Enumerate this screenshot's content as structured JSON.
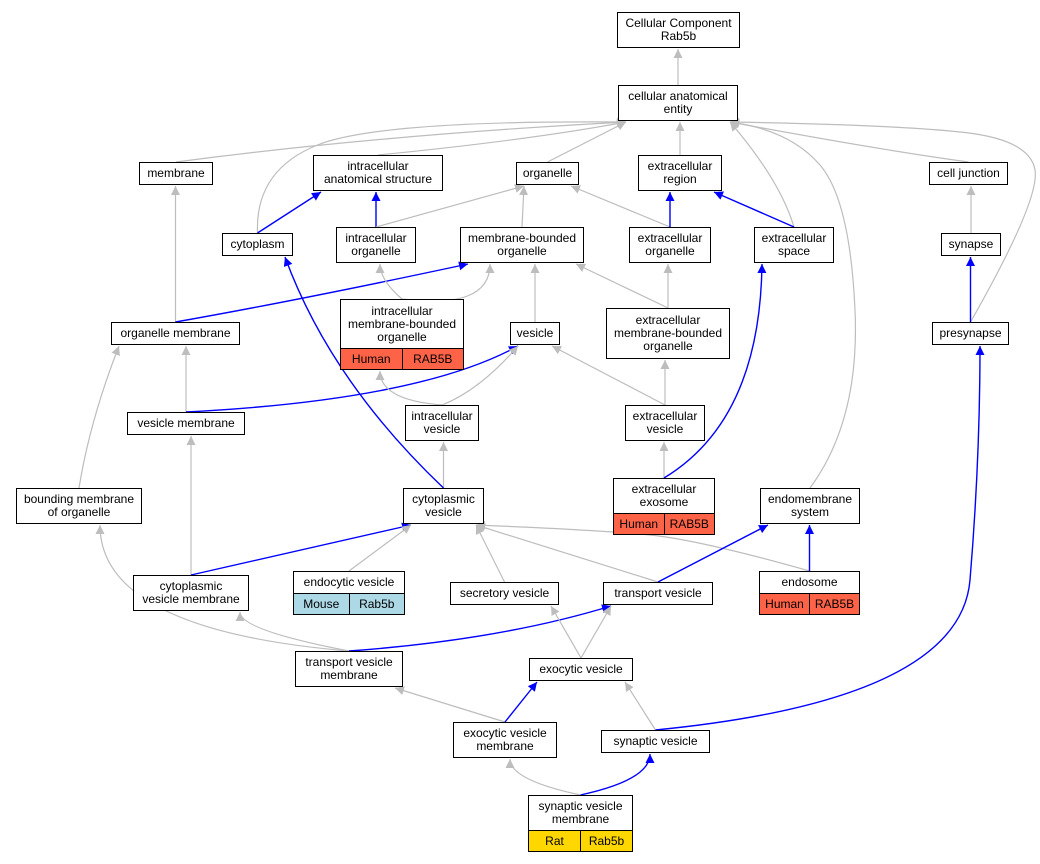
{
  "colors": {
    "is_a_edge": "#bdbdbd",
    "part_of_edge": "#0000ff",
    "human_annotation": "#ff6347",
    "mouse_annotation": "#add8e6",
    "rat_annotation": "#ffd700",
    "node_border": "#000000",
    "node_fill": "#ffffff"
  },
  "nodes": {
    "cc_root": {
      "label": "Cellular Component\nRab5b"
    },
    "cae": {
      "label": "cellular anatomical\nentity"
    },
    "membrane": {
      "label": "membrane"
    },
    "ias": {
      "label": "intracellular\nanatomical structure"
    },
    "organelle": {
      "label": "organelle"
    },
    "extracellular_region": {
      "label": "extracellular\nregion"
    },
    "cell_junction": {
      "label": "cell junction"
    },
    "cytoplasm": {
      "label": "cytoplasm"
    },
    "intracellular_organelle": {
      "label": "intracellular\norganelle"
    },
    "mbo": {
      "label": "membrane-bounded\norganelle"
    },
    "extracellular_organelle": {
      "label": "extracellular\norganelle"
    },
    "extracellular_space": {
      "label": "extracellular\nspace"
    },
    "synapse": {
      "label": "synapse"
    },
    "organelle_membrane": {
      "label": "organelle membrane"
    },
    "imbo": {
      "label": "intracellular\nmembrane-bounded\norganelle",
      "annotations": [
        {
          "species": "Human",
          "gene": "RAB5B"
        }
      ]
    },
    "vesicle": {
      "label": "vesicle"
    },
    "embo": {
      "label": "extracellular\nmembrane-bounded\norganelle"
    },
    "presynapse": {
      "label": "presynapse"
    },
    "vesicle_membrane": {
      "label": "vesicle membrane"
    },
    "intracellular_vesicle": {
      "label": "intracellular\nvesicle"
    },
    "extracellular_vesicle": {
      "label": "extracellular\nvesicle"
    },
    "bounding_membrane": {
      "label": "bounding membrane\nof organelle"
    },
    "cytoplasmic_vesicle": {
      "label": "cytoplasmic\nvesicle"
    },
    "extracellular_exosome": {
      "label": "extracellular\nexosome",
      "annotations": [
        {
          "species": "Human",
          "gene": "RAB5B"
        }
      ]
    },
    "endomembrane_system": {
      "label": "endomembrane\nsystem"
    },
    "cvm": {
      "label": "cytoplasmic\nvesicle membrane"
    },
    "endocytic_vesicle": {
      "label": "endocytic vesicle",
      "annotations": [
        {
          "species": "Mouse",
          "gene": "Rab5b"
        }
      ]
    },
    "secretory_vesicle": {
      "label": "secretory vesicle"
    },
    "transport_vesicle": {
      "label": "transport vesicle"
    },
    "endosome": {
      "label": "endosome",
      "annotations": [
        {
          "species": "Human",
          "gene": "RAB5B"
        }
      ]
    },
    "tvm": {
      "label": "transport vesicle\nmembrane"
    },
    "exocytic_vesicle": {
      "label": "exocytic vesicle"
    },
    "evm": {
      "label": "exocytic vesicle\nmembrane"
    },
    "synaptic_vesicle": {
      "label": "synaptic vesicle"
    },
    "svm": {
      "label": "synaptic vesicle\nmembrane",
      "annotations": [
        {
          "species": "Rat",
          "gene": "Rab5b"
        }
      ]
    }
  },
  "edges": [
    {
      "from": "cae",
      "to": "cc_root",
      "type": "is_a"
    },
    {
      "from": "membrane",
      "to": "cae",
      "type": "is_a"
    },
    {
      "from": "ias",
      "to": "cae",
      "type": "is_a"
    },
    {
      "from": "organelle",
      "to": "cae",
      "type": "is_a"
    },
    {
      "from": "extracellular_region",
      "to": "cae",
      "type": "is_a"
    },
    {
      "from": "cell_junction",
      "to": "cae",
      "type": "is_a"
    },
    {
      "from": "cytoplasm",
      "to": "cae",
      "type": "is_a"
    },
    {
      "from": "extracellular_space",
      "to": "cae",
      "type": "is_a"
    },
    {
      "from": "endomembrane_system",
      "to": "cae",
      "type": "is_a"
    },
    {
      "from": "presynapse",
      "to": "cae",
      "type": "is_a"
    },
    {
      "from": "cytoplasm",
      "to": "ias",
      "type": "part_of"
    },
    {
      "from": "intracellular_organelle",
      "to": "ias",
      "type": "part_of"
    },
    {
      "from": "intracellular_organelle",
      "to": "organelle",
      "type": "is_a"
    },
    {
      "from": "mbo",
      "to": "organelle",
      "type": "is_a"
    },
    {
      "from": "extracellular_organelle",
      "to": "organelle",
      "type": "is_a"
    },
    {
      "from": "extracellular_organelle",
      "to": "extracellular_region",
      "type": "part_of"
    },
    {
      "from": "extracellular_space",
      "to": "extracellular_region",
      "type": "part_of"
    },
    {
      "from": "synapse",
      "to": "cell_junction",
      "type": "is_a"
    },
    {
      "from": "organelle_membrane",
      "to": "membrane",
      "type": "is_a"
    },
    {
      "from": "organelle_membrane",
      "to": "mbo",
      "type": "part_of"
    },
    {
      "from": "imbo",
      "to": "intracellular_organelle",
      "type": "is_a"
    },
    {
      "from": "imbo",
      "to": "mbo",
      "type": "is_a"
    },
    {
      "from": "vesicle",
      "to": "mbo",
      "type": "is_a"
    },
    {
      "from": "embo",
      "to": "mbo",
      "type": "is_a"
    },
    {
      "from": "embo",
      "to": "extracellular_organelle",
      "type": "is_a"
    },
    {
      "from": "presynapse",
      "to": "synapse",
      "type": "part_of"
    },
    {
      "from": "vesicle_membrane",
      "to": "organelle_membrane",
      "type": "is_a"
    },
    {
      "from": "vesicle_membrane",
      "to": "vesicle",
      "type": "part_of"
    },
    {
      "from": "intracellular_vesicle",
      "to": "imbo",
      "type": "is_a"
    },
    {
      "from": "intracellular_vesicle",
      "to": "vesicle",
      "type": "is_a"
    },
    {
      "from": "extracellular_vesicle",
      "to": "vesicle",
      "type": "is_a"
    },
    {
      "from": "extracellular_vesicle",
      "to": "embo",
      "type": "is_a"
    },
    {
      "from": "bounding_membrane",
      "to": "organelle_membrane",
      "type": "is_a"
    },
    {
      "from": "cytoplasmic_vesicle",
      "to": "intracellular_vesicle",
      "type": "is_a"
    },
    {
      "from": "cytoplasmic_vesicle",
      "to": "cytoplasm",
      "type": "part_of"
    },
    {
      "from": "extracellular_exosome",
      "to": "extracellular_vesicle",
      "type": "is_a"
    },
    {
      "from": "extracellular_exosome",
      "to": "extracellular_space",
      "type": "part_of"
    },
    {
      "from": "cvm",
      "to": "vesicle_membrane",
      "type": "is_a"
    },
    {
      "from": "cvm",
      "to": "cytoplasmic_vesicle",
      "type": "part_of"
    },
    {
      "from": "endocytic_vesicle",
      "to": "cytoplasmic_vesicle",
      "type": "is_a"
    },
    {
      "from": "secretory_vesicle",
      "to": "cytoplasmic_vesicle",
      "type": "is_a"
    },
    {
      "from": "transport_vesicle",
      "to": "cytoplasmic_vesicle",
      "type": "is_a"
    },
    {
      "from": "endosome",
      "to": "cytoplasmic_vesicle",
      "type": "is_a"
    },
    {
      "from": "transport_vesicle",
      "to": "endomembrane_system",
      "type": "part_of"
    },
    {
      "from": "endosome",
      "to": "endomembrane_system",
      "type": "part_of"
    },
    {
      "from": "tvm",
      "to": "cvm",
      "type": "is_a"
    },
    {
      "from": "tvm",
      "to": "bounding_membrane",
      "type": "is_a"
    },
    {
      "from": "tvm",
      "to": "transport_vesicle",
      "type": "part_of"
    },
    {
      "from": "exocytic_vesicle",
      "to": "secretory_vesicle",
      "type": "is_a"
    },
    {
      "from": "exocytic_vesicle",
      "to": "transport_vesicle",
      "type": "is_a"
    },
    {
      "from": "evm",
      "to": "tvm",
      "type": "is_a"
    },
    {
      "from": "evm",
      "to": "exocytic_vesicle",
      "type": "part_of"
    },
    {
      "from": "synaptic_vesicle",
      "to": "exocytic_vesicle",
      "type": "is_a"
    },
    {
      "from": "synaptic_vesicle",
      "to": "presynapse",
      "type": "part_of"
    },
    {
      "from": "svm",
      "to": "evm",
      "type": "is_a"
    },
    {
      "from": "svm",
      "to": "synaptic_vesicle",
      "type": "part_of"
    }
  ]
}
